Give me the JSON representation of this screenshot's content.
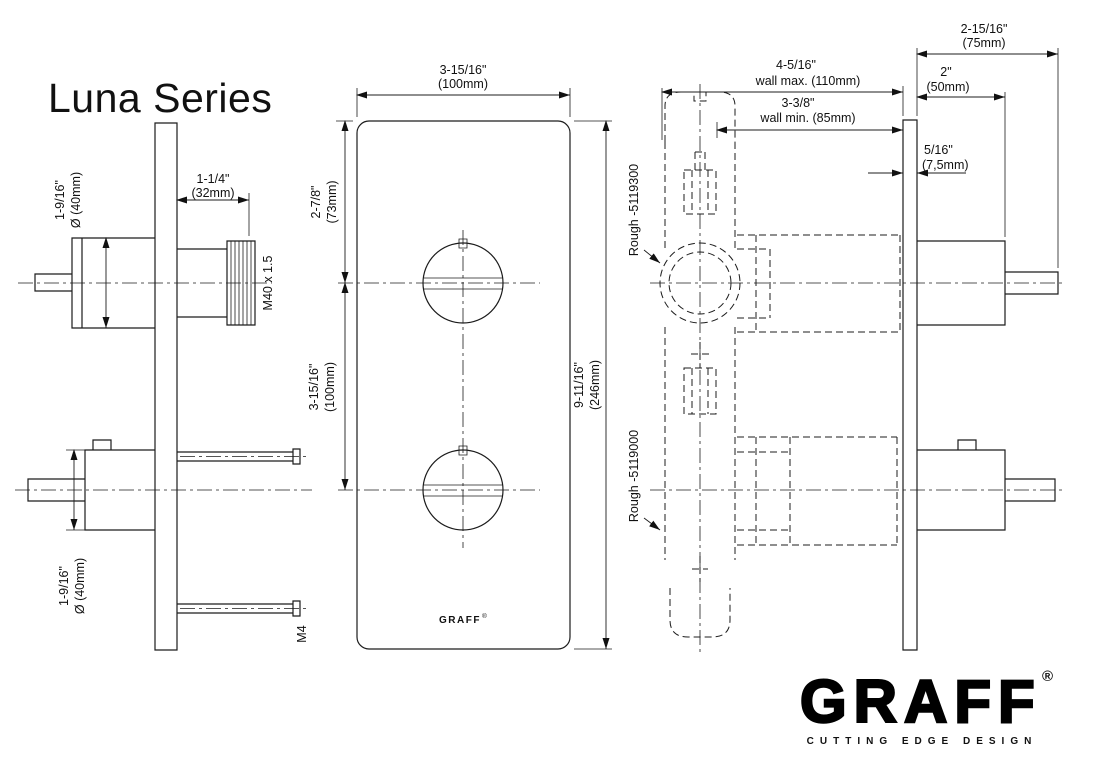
{
  "title": "Luna Series",
  "side_view": {
    "dia_top": {
      "line1": "1-9/16\"",
      "line2": "Ø (40mm)"
    },
    "cap_width": {
      "line1": "1-1/4\"",
      "line2": "(32mm)"
    },
    "thread": "M40 x 1.5",
    "dia_bottom": {
      "line1": "1-9/16\"",
      "line2": "Ø (40mm)"
    },
    "screw_thread": "M4"
  },
  "front_view": {
    "width": {
      "line1": "3-15/16\"",
      "line2": "(100mm)"
    },
    "top_to_knob": {
      "line1": "2-7/8\"",
      "line2": "(73mm)"
    },
    "knob_spacing": {
      "line1": "3-15/16\"",
      "line2": "(100mm)"
    },
    "height": {
      "line1": "9-11/16\"",
      "line2": "(246mm)"
    },
    "plate_logo": "GRAFF",
    "plate_logo_reg": "®"
  },
  "rough_view": {
    "handle_depth": {
      "line1": "2-15/16\"",
      "line2": "(75mm)"
    },
    "wall_max": {
      "line1": "4-5/16\"",
      "line2": "wall max. (110mm)"
    },
    "trim_depth": {
      "line1": "2\"",
      "line2": "(50mm)"
    },
    "wall_min": {
      "line1": "3-3/8\"",
      "line2": "wall min. (85mm)"
    },
    "plate_thickness": {
      "line1": "5/16\"",
      "line2": "(7,5mm)"
    },
    "rough_code_top": "Rough -5119300",
    "rough_code_bottom": "Rough -5119000"
  },
  "brand": {
    "logo": "GRAFF",
    "registered": "®",
    "tagline": "CUTTING EDGE DESIGN"
  }
}
